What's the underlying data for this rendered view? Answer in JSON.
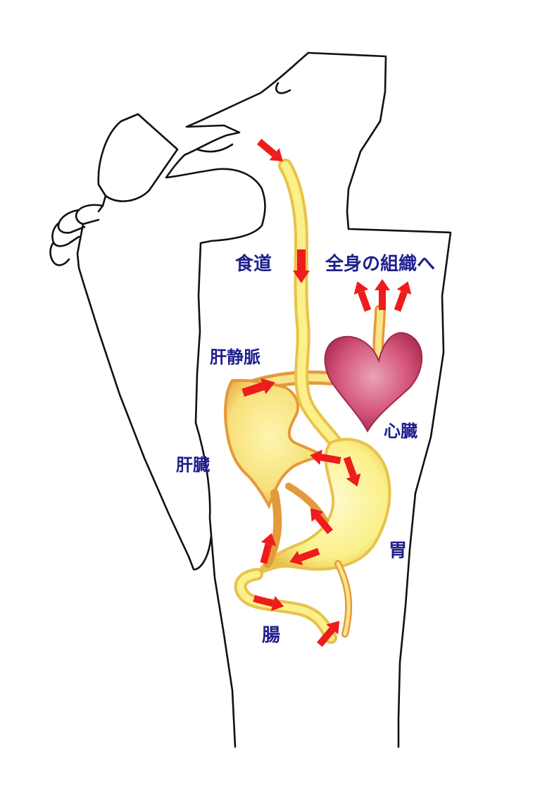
{
  "labels": {
    "esophagus": "食道",
    "to_tissues": "全身の組織へ",
    "hepatic_vein": "肝静脈",
    "heart": "心臓",
    "liver": "肝臓",
    "stomach": "胃",
    "intestine": "腸"
  },
  "colors": {
    "label_text": "#1f1f8f",
    "arrow": "#ee1c1c",
    "tract_fill": "#fbf08a",
    "tract_edge": "#e8c24a",
    "liver_edge": "#e39a3a",
    "heart_fill": "#d4567a",
    "outline": "#111111"
  }
}
